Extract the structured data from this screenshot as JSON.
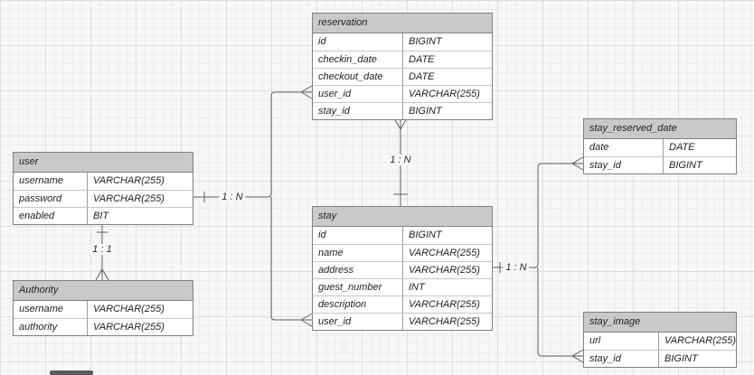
{
  "diagram": {
    "colors": {
      "canvas_bg": "#f7f7f7",
      "header_bg": "#c9c9c9",
      "table_border": "#808080",
      "connector": "#5e5e5e"
    },
    "tables": [
      {
        "title": "reservation",
        "fields": [
          {
            "name": "id",
            "type": "BIGINT"
          },
          {
            "name": "checkin_date",
            "type": "DATE"
          },
          {
            "name": "checkout_date",
            "type": "DATE"
          },
          {
            "name": "user_id",
            "type": "VARCHAR(255)"
          },
          {
            "name": "stay_id",
            "type": "BIGINT"
          }
        ]
      },
      {
        "title": "user",
        "fields": [
          {
            "name": "username",
            "type": "VARCHAR(255)"
          },
          {
            "name": "password",
            "type": "VARCHAR(255)"
          },
          {
            "name": "enabled",
            "type": "BIT"
          }
        ]
      },
      {
        "title": "Authority",
        "fields": [
          {
            "name": "username",
            "type": "VARCHAR(255)"
          },
          {
            "name": "authority",
            "type": "VARCHAR(255)"
          }
        ]
      },
      {
        "title": "stay",
        "fields": [
          {
            "name": "id",
            "type": "BIGINT"
          },
          {
            "name": "name",
            "type": "VARCHAR(255)"
          },
          {
            "name": "address",
            "type": "VARCHAR(255)"
          },
          {
            "name": "guest_number",
            "type": "INT"
          },
          {
            "name": "description",
            "type": "VARCHAR(255)"
          },
          {
            "name": "user_id",
            "type": "VARCHAR(255)"
          }
        ]
      },
      {
        "title": "stay_reserved_date",
        "fields": [
          {
            "name": "date",
            "type": "DATE"
          },
          {
            "name": "stay_id",
            "type": "BIGINT"
          }
        ]
      },
      {
        "title": "stay_image",
        "fields": [
          {
            "name": "url",
            "type": "VARCHAR(255)"
          },
          {
            "name": "stay_id",
            "type": "BIGINT"
          }
        ]
      }
    ],
    "relationships": [
      {
        "from": "user",
        "to": "reservation / stay",
        "label": "1 : N"
      },
      {
        "from": "reservation",
        "to": "stay",
        "label": "1 : N"
      },
      {
        "from": "user",
        "to": "Authority",
        "label": "1 : 1"
      },
      {
        "from": "stay",
        "to": "stay_reserved_date / stay_image",
        "label": "1 : N"
      }
    ]
  }
}
